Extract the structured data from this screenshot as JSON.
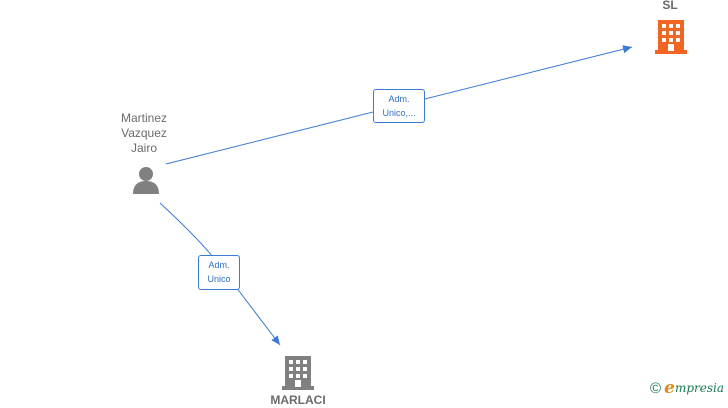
{
  "nodes": {
    "person": {
      "label_lines": [
        "Martinez",
        "Vazquez",
        "Jairo"
      ],
      "icon": "person-icon",
      "color": "#808080"
    },
    "company_top": {
      "label": "SL",
      "icon": "building-icon",
      "color": "#f26522"
    },
    "company_bottom": {
      "label": "MARLACI",
      "icon": "building-icon",
      "color": "#808080"
    }
  },
  "edges": [
    {
      "from": "person",
      "to": "company_top",
      "label_lines": [
        "Adm.",
        "Unico,..."
      ]
    },
    {
      "from": "person",
      "to": "company_bottom",
      "label_lines": [
        "Adm.",
        "Unico"
      ]
    }
  ],
  "colors": {
    "edge": "#3a7bd5"
  },
  "watermark": {
    "copyright": "©",
    "brand_initial": "e",
    "brand_rest": "mpresia"
  }
}
